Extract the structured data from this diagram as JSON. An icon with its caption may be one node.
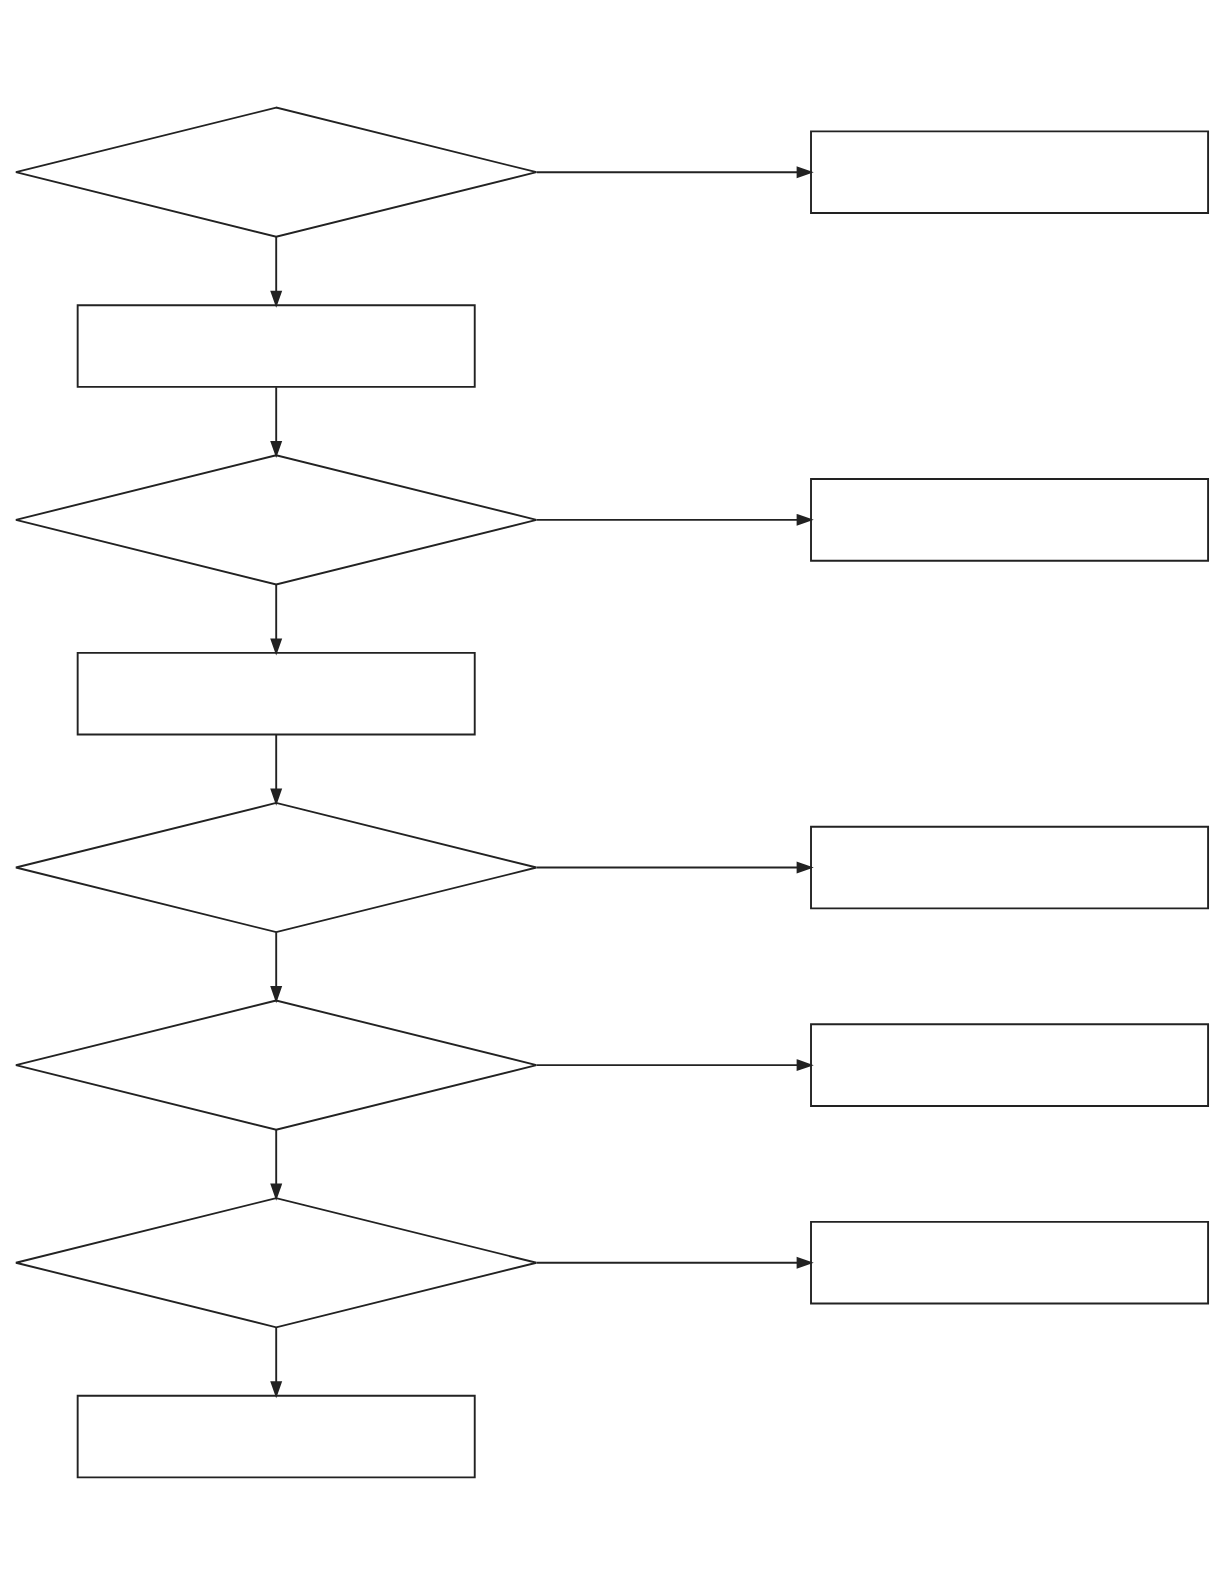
{
  "diagram": {
    "nodes": [
      {
        "text": [],
        "shape": "diamond"
      },
      {
        "text": [],
        "shape": "box"
      },
      {
        "text": [],
        "shape": "box"
      },
      {
        "text": [],
        "shape": "diamond"
      },
      {
        "text": [],
        "shape": "box"
      },
      {
        "text": [],
        "shape": "box"
      },
      {
        "text": [],
        "shape": "diamond"
      },
      {
        "text": [],
        "shape": "box"
      },
      {
        "text": [],
        "shape": "diamond"
      },
      {
        "text": [],
        "shape": "box"
      },
      {
        "text": [],
        "shape": "diamond"
      },
      {
        "text": [],
        "shape": "box"
      },
      {
        "text": [],
        "shape": "box"
      }
    ],
    "edges": [
      {
        "from": 0,
        "to": 1,
        "arrow": "to"
      },
      {
        "from": 0,
        "to": 2,
        "arrow": "to"
      },
      {
        "from": 2,
        "to": 3,
        "arrow": "to"
      },
      {
        "from": 3,
        "to": 4,
        "arrow": "to"
      },
      {
        "from": 3,
        "to": 5,
        "arrow": "to"
      },
      {
        "from": 5,
        "to": 6,
        "arrow": "to"
      },
      {
        "from": 6,
        "to": 7,
        "arrow": "to"
      },
      {
        "from": 6,
        "to": 8,
        "arrow": "to"
      },
      {
        "from": 8,
        "to": 9,
        "arrow": "to"
      },
      {
        "from": 8,
        "to": 10,
        "arrow": "to"
      },
      {
        "from": 10,
        "to": 11,
        "arrow": "to"
      },
      {
        "from": 10,
        "to": 12,
        "arrow": "to"
      }
    ]
  }
}
